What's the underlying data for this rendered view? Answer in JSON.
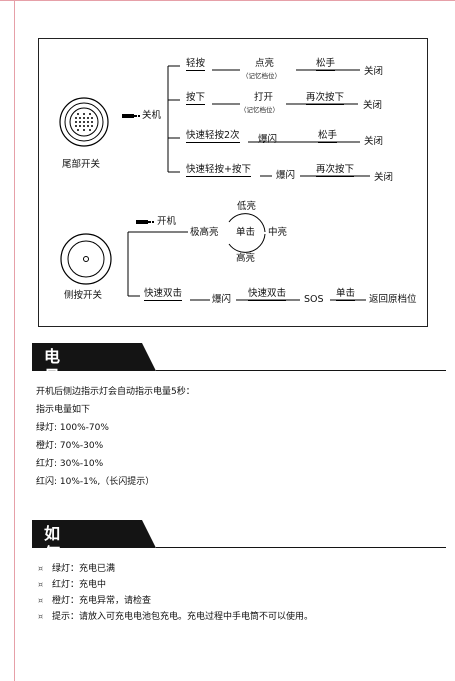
{
  "tail_switch": {
    "label": "尾部开关",
    "off_label": "关机",
    "rows": [
      {
        "action": "轻按",
        "state": "点亮",
        "state_note": "（记忆档位）",
        "action2": "松手",
        "result": "关闭"
      },
      {
        "action": "按下",
        "state": "打开",
        "state_note": "（记忆档位）",
        "action2": "再次按下",
        "result": "关闭"
      },
      {
        "action": "快速轻按2次",
        "state": "爆闪",
        "action2": "松手",
        "result": "关闭"
      },
      {
        "action": "快速轻按+按下",
        "state": "爆闪",
        "action2": "再次按下",
        "result": "关闭"
      }
    ]
  },
  "side_switch": {
    "label": "侧按开关",
    "on_label": "开机",
    "cycle": {
      "start": "极高亮",
      "top": "低亮",
      "center": "单击",
      "right": "中亮",
      "bottom": "高亮"
    },
    "double": {
      "action": "快速双击",
      "state": "爆闪",
      "action2": "快速双击",
      "sos": "SOS",
      "action3": "单击",
      "result": "返回原档位"
    }
  },
  "battery": {
    "heading": "电量提示",
    "lines": [
      "开机后侧边指示灯会自动指示电量5秒：",
      "指示电量如下",
      "绿灯: 100%-70%",
      "橙灯: 70%-30%",
      "红灯: 30%-10%",
      "红闪: 10%-1%,（长闪提示）"
    ]
  },
  "charging": {
    "heading": "如何充电",
    "items": [
      "绿灯：充电已满",
      "红灯：充电中",
      "橙灯：充电异常，请检查",
      "提示：请放入可充电电池包充电。充电过程中手电筒不可以使用。"
    ]
  }
}
